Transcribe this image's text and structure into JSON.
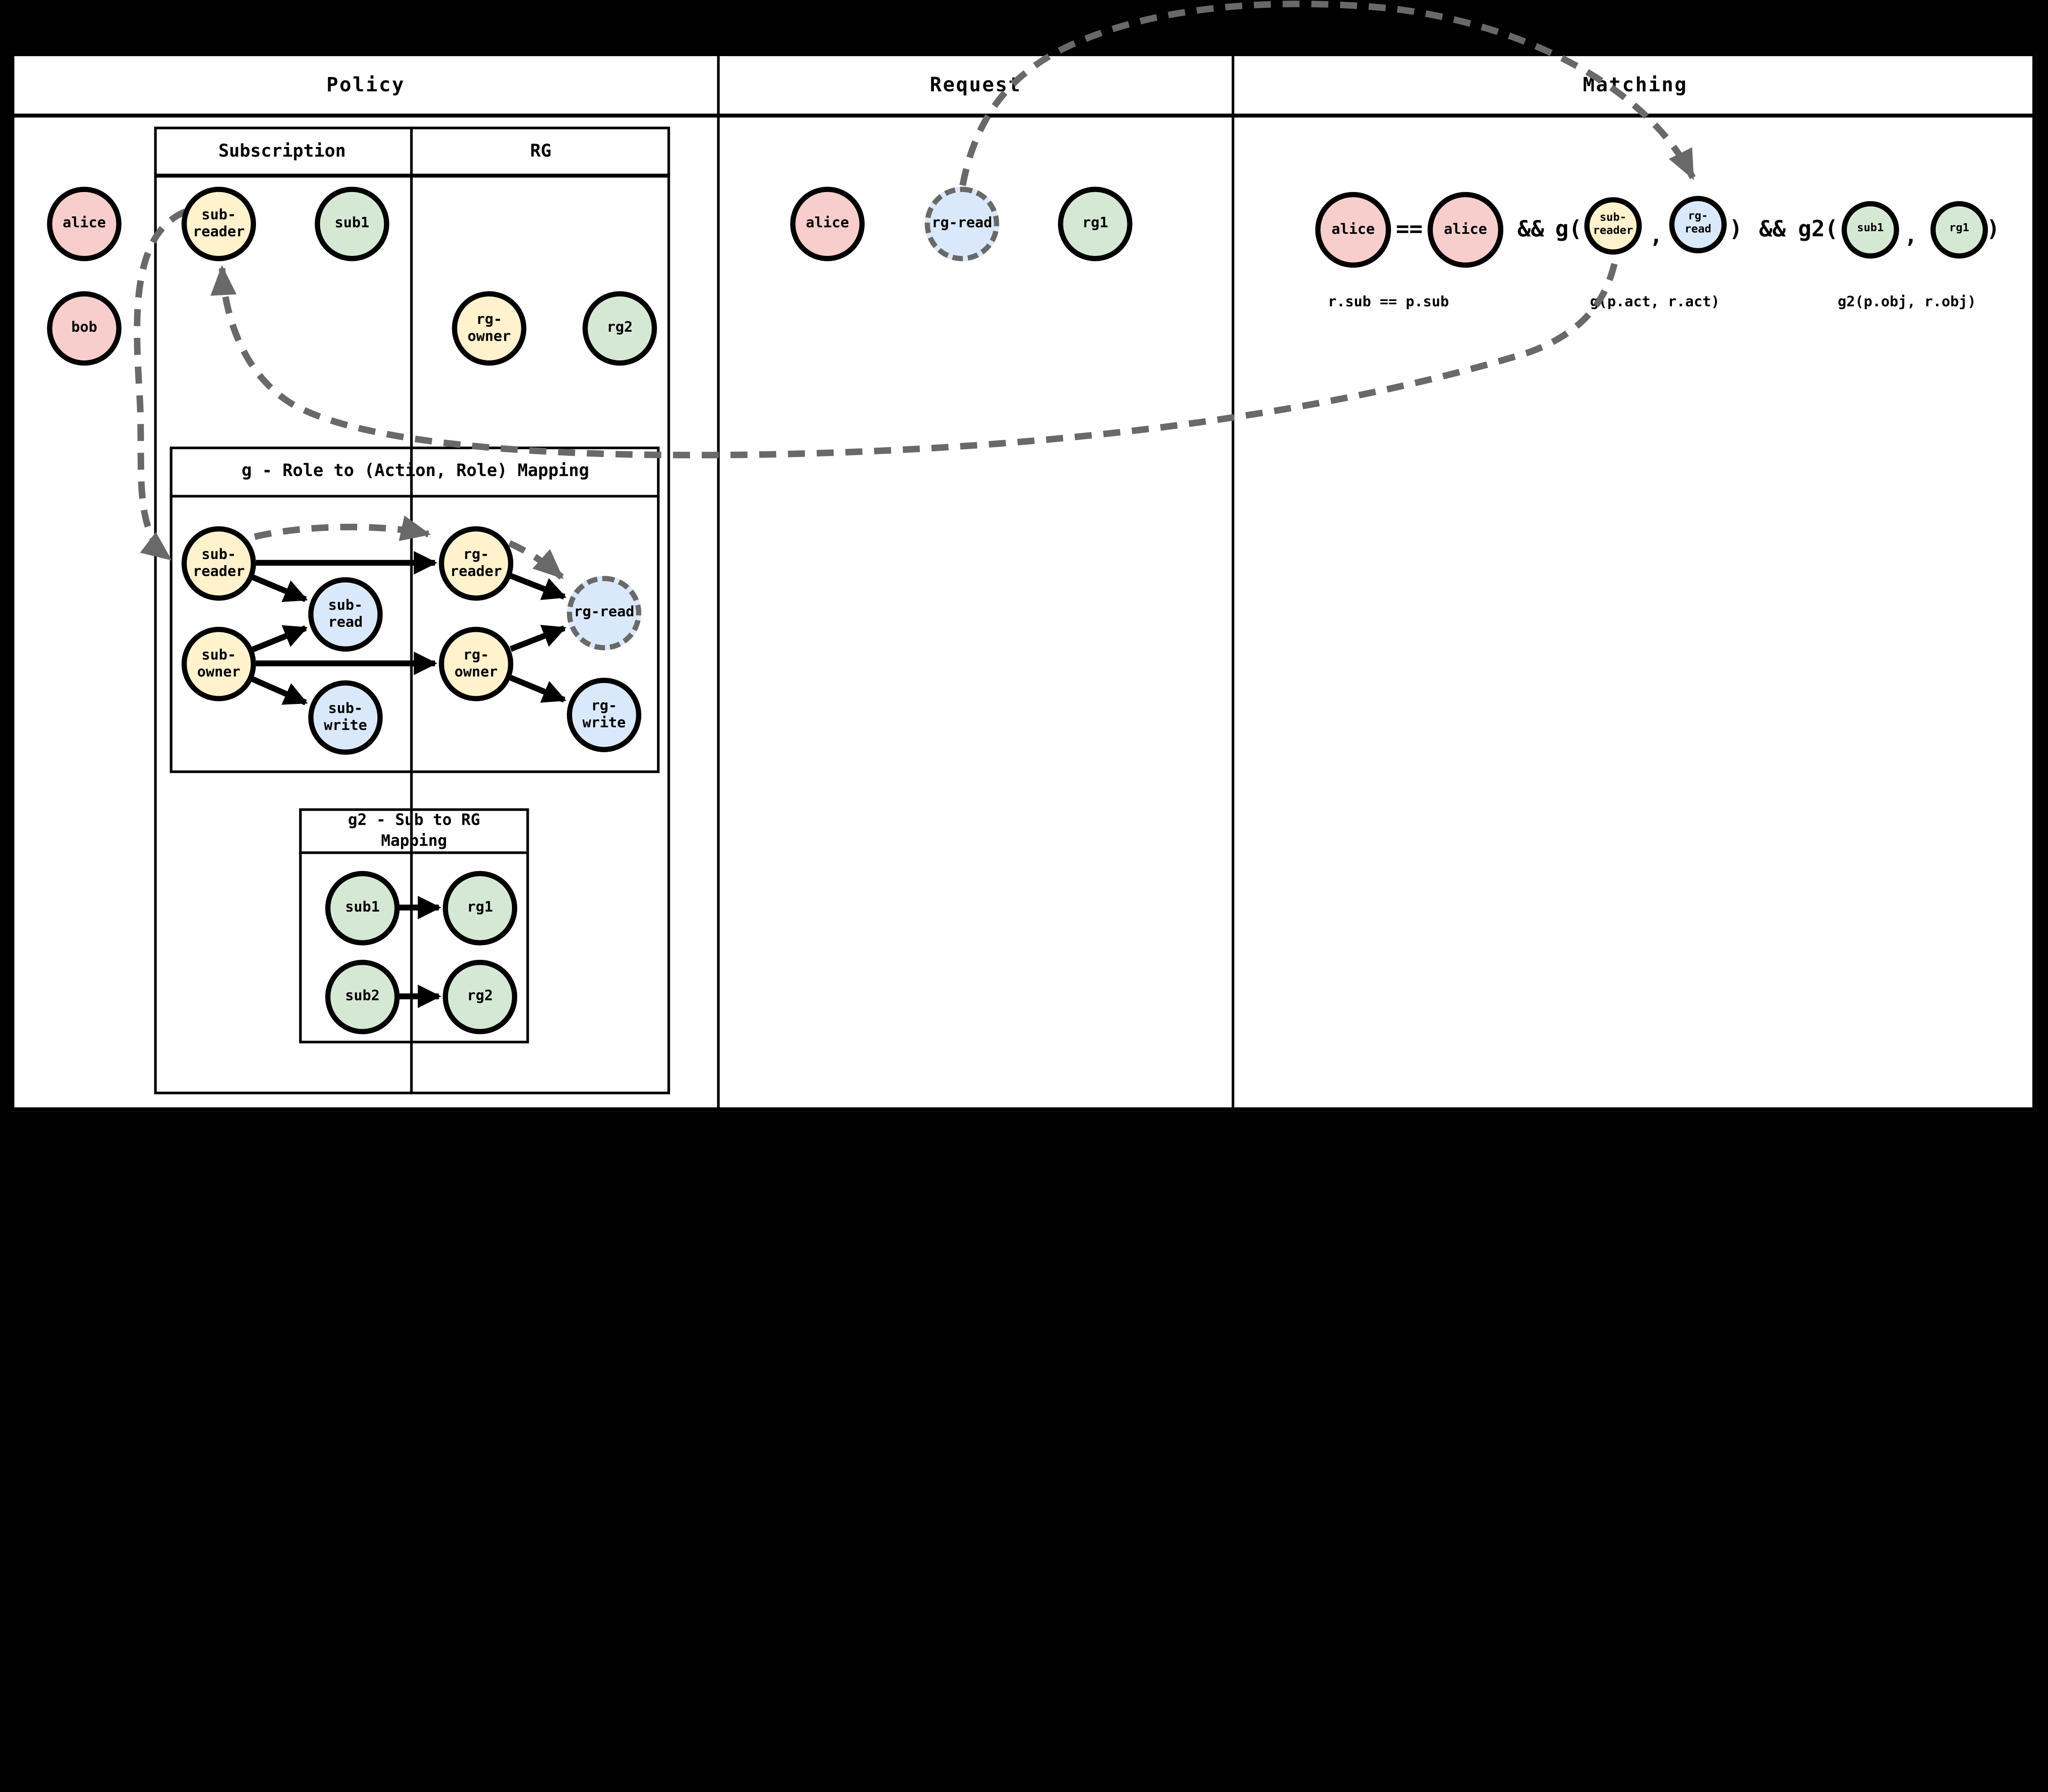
{
  "columns": {
    "policy": "Policy",
    "request": "Request",
    "matching": "Matching"
  },
  "policy": {
    "subjects": [
      {
        "label": "alice"
      },
      {
        "label": "bob"
      }
    ],
    "inner_table": {
      "col1": "Subscription",
      "col2": "RG"
    },
    "subscription_nodes": [
      {
        "label": "sub-\nreader"
      },
      {
        "label": "sub1"
      }
    ],
    "rg_nodes": [
      {
        "label": "rg-owner"
      },
      {
        "label": "rg2"
      }
    ],
    "g_box": {
      "title": "g - Role to (Action, Role) Mapping",
      "nodes": [
        {
          "label": "sub-\nreader"
        },
        {
          "label": "sub-\nowner"
        },
        {
          "label": "sub-read"
        },
        {
          "label": "sub-\nwrite"
        },
        {
          "label": "rg-\nreader"
        },
        {
          "label": "rg-owner"
        },
        {
          "label": "rg-read"
        },
        {
          "label": "rg-write"
        }
      ]
    },
    "g2_box": {
      "title": "g2 - Sub to RG\nMapping",
      "nodes": [
        {
          "label": "sub1"
        },
        {
          "label": "rg1"
        },
        {
          "label": "sub2"
        },
        {
          "label": "rg2"
        }
      ]
    }
  },
  "request": {
    "nodes": [
      {
        "label": "alice"
      },
      {
        "label": "rg-read"
      },
      {
        "label": "rg1"
      }
    ]
  },
  "matching": {
    "nodes": [
      {
        "label": "alice"
      },
      {
        "label": "alice"
      },
      {
        "label": "sub-\nreader"
      },
      {
        "label": "rg-\nread"
      },
      {
        "label": "sub1"
      },
      {
        "label": "rg1"
      }
    ],
    "tokens": {
      "eq": "==",
      "and1": "&&",
      "g_open": "g(",
      "comma1": ",",
      "close1": ")",
      "and2": "&&",
      "g2_open": "g2(",
      "comma2": ",",
      "close2": ")"
    },
    "labels": [
      "r.sub == p.sub",
      "g(p.act, r.act)",
      "g2(p.obj, r.obj)"
    ]
  },
  "colors": {
    "subject_pink": "#f8cecc",
    "role_yellow": "#fff2cc",
    "resource_green": "#d5e8d4",
    "action_blue": "#dae8fc",
    "connector_gray": "#696969",
    "line_black": "#000000",
    "background_white": "#ffffff"
  }
}
